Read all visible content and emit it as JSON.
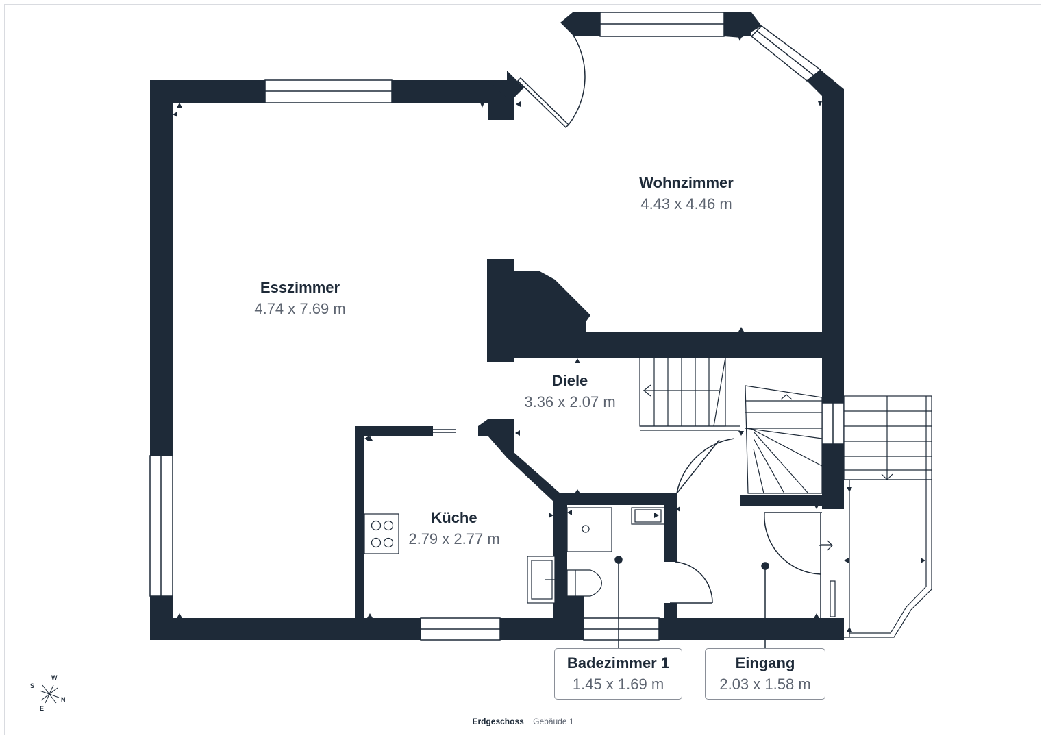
{
  "rooms": {
    "wohnzimmer": {
      "name": "Wohnzimmer",
      "dims": "4.43 x 4.46 m"
    },
    "esszimmer": {
      "name": "Esszimmer",
      "dims": "4.74 x 7.69 m"
    },
    "diele": {
      "name": "Diele",
      "dims": "3.36 x 2.07 m"
    },
    "kueche": {
      "name": "Küche",
      "dims": "2.79 x 2.77 m"
    },
    "badezimmer": {
      "name": "Badezimmer 1",
      "dims": "1.45 x 1.69 m"
    },
    "eingang": {
      "name": "Eingang",
      "dims": "2.03 x 1.58 m"
    }
  },
  "compass": {
    "w": "W",
    "s": "S",
    "n": "N",
    "e": "E"
  },
  "footer": {
    "floor": "Erdgeschoss",
    "building": "Gebäude 1"
  },
  "colors": {
    "wall": "#1e2a38",
    "label": "#1e2a38",
    "dims": "#5d6470",
    "line": "#1e2a38"
  }
}
